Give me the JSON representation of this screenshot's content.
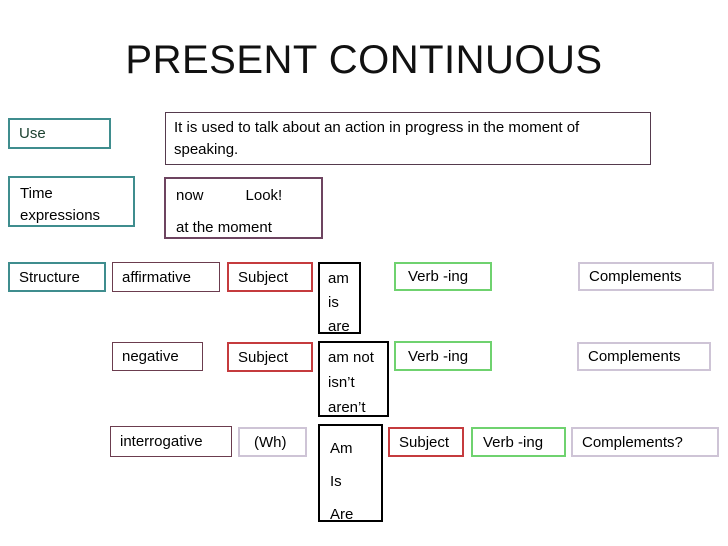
{
  "title": "PRESENT CONTINUOUS",
  "use_section": {
    "label": "Use",
    "description": "It is used to talk about an action in progress in the moment of speaking."
  },
  "time_section": {
    "label": "Time expressions",
    "example_now": "now",
    "example_look": "Look!",
    "example_moment": "at the moment"
  },
  "structure_section": {
    "label": "Structure",
    "affirmative": {
      "name": "affirmative",
      "subject": "Subject",
      "verb_forms": [
        "am",
        "is",
        "are"
      ],
      "verb_ing": "Verb -ing",
      "complements": "Complements"
    },
    "negative": {
      "name": "negative",
      "subject": "Subject",
      "verb_forms": [
        "am not",
        "isn’t",
        "aren’t"
      ],
      "verb_ing": "Verb -ing",
      "complements": "Complements"
    },
    "interrogative": {
      "name": "interrogative",
      "wh": "(Wh)",
      "verb_forms": [
        "Am",
        "Is",
        "Are"
      ],
      "subject": "Subject",
      "verb_ing": "Verb -ing",
      "complements": "Complements?"
    }
  },
  "colors": {
    "teal_border": "#3f8d8e",
    "plum_border": "#6d4460",
    "dark_plum_border": "#553a4d",
    "maroon_border": "#6b3c4e",
    "red_border": "#c53b3e",
    "green_border": "#6fd26f",
    "lavender_border": "#cec4d6",
    "black_border": "#000000",
    "use_text": "#1c4230"
  }
}
